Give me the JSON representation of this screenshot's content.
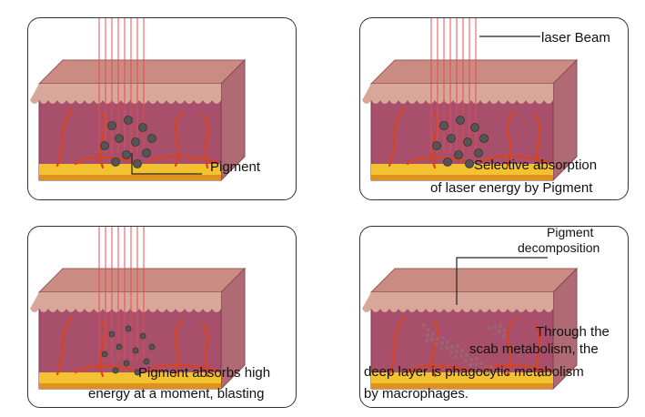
{
  "panels": [
    {
      "id": "p1",
      "labels": [
        "Pigment"
      ]
    },
    {
      "id": "p2",
      "labels": [
        "laser Beam",
        "Selective absorption",
        "of laser energy by Pigment"
      ]
    },
    {
      "id": "p3",
      "labels": [
        "Pigment absorbs high",
        "energy at a moment, blasting"
      ]
    },
    {
      "id": "p4",
      "labels": [
        "Pigment",
        "decomposition",
        "Through the",
        "scab metabolism, the",
        "deep layer is phagocytic metabolism",
        "by  macrophages."
      ]
    }
  ],
  "colors": {
    "laser": "#e34b52",
    "epidermis": "#d9a69a",
    "dermis": "#a8506b",
    "fat": "#f2c230",
    "vessel": "#d8421f",
    "pigment": "#555555"
  }
}
